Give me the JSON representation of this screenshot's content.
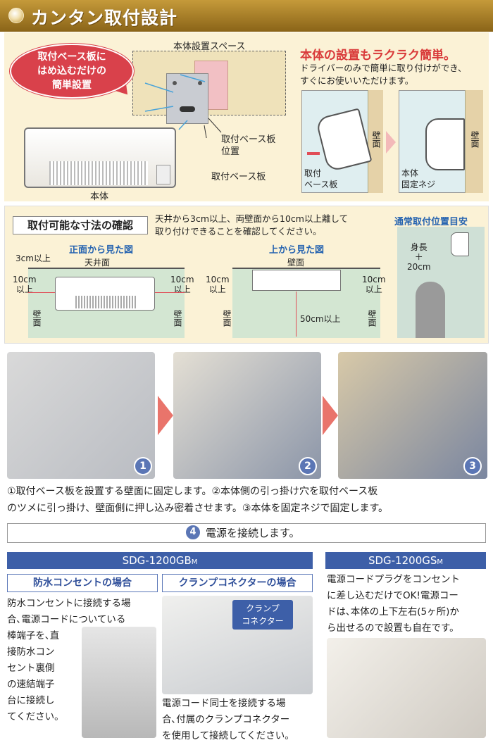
{
  "header": {
    "title": "カンタン取付設計"
  },
  "top": {
    "callout_lines": [
      "取付ベース板に",
      "はめ込むだけの",
      "簡単設置"
    ],
    "space_label": "本体設置スペース",
    "plate_pos_label": [
      "取付ベース板",
      "位置"
    ],
    "plate_label": "取付ベース板",
    "unit_label": "本体",
    "right_title": "本体の設置もラクラク簡単。",
    "right_desc": [
      "ドライバーのみで簡単に取り付けができ、",
      "すぐにお使いいただけます。"
    ],
    "wall_label": "壁面",
    "plate_label2": [
      "取付",
      "ベース板"
    ],
    "screw_label": [
      "本体",
      "固定ネジ"
    ]
  },
  "dims": {
    "title": "取付可能な寸法の確認",
    "note": [
      "天井から3cm以上、両壁面から10cm以上離して",
      "取り付けできることを確認してください。"
    ],
    "usual_title": "通常取付位置目安",
    "front_title": "正面から見た図",
    "top_title": "上から見た図",
    "ceiling": "天井面",
    "wall": "壁面",
    "cm3": "3cm以上",
    "cm10": [
      "10cm",
      "以上"
    ],
    "cm50": "50cm以上",
    "height_label": [
      "身長",
      "＋",
      "20cm"
    ]
  },
  "steps": {
    "nums": [
      "1",
      "2",
      "3"
    ],
    "desc": [
      "①取付ベース板を設置する壁面に固定します。②本体側の引っ掛け穴を取付ベース板",
      "のツメに引っ掛け、壁面側に押し込み密着させます。③本体を固定ネジで固定します。"
    ]
  },
  "power": {
    "badge": "4",
    "label": "電源を接続します。",
    "gb_model": "SDG-1200GB",
    "gb_suffix": "M",
    "gs_model": "SDG-1200GS",
    "gs_suffix": "M",
    "waterproof_title": "防水コンセントの場合",
    "waterproof_text": [
      "防水コンセントに接続する場",
      "合､電源コードについている",
      "棒端子を､直",
      "接防水コン",
      "セント裏側",
      "の速結端子",
      "台に接続し",
      "てください。"
    ],
    "clamp_title": "クランプコネクターの場合",
    "clamp_tag": [
      "クランプ",
      "コネクター"
    ],
    "clamp_text": [
      "電源コード同士を接続する場",
      "合､付属のクランプコネクター",
      "を使用して接続してください。"
    ],
    "gs_text": [
      "電源コードプラグをコンセント",
      "に差し込むだけでOK!電源コー",
      "ドは､本体の上下左右(5ヶ所)か",
      "ら出せるので設置も自在です。"
    ]
  }
}
